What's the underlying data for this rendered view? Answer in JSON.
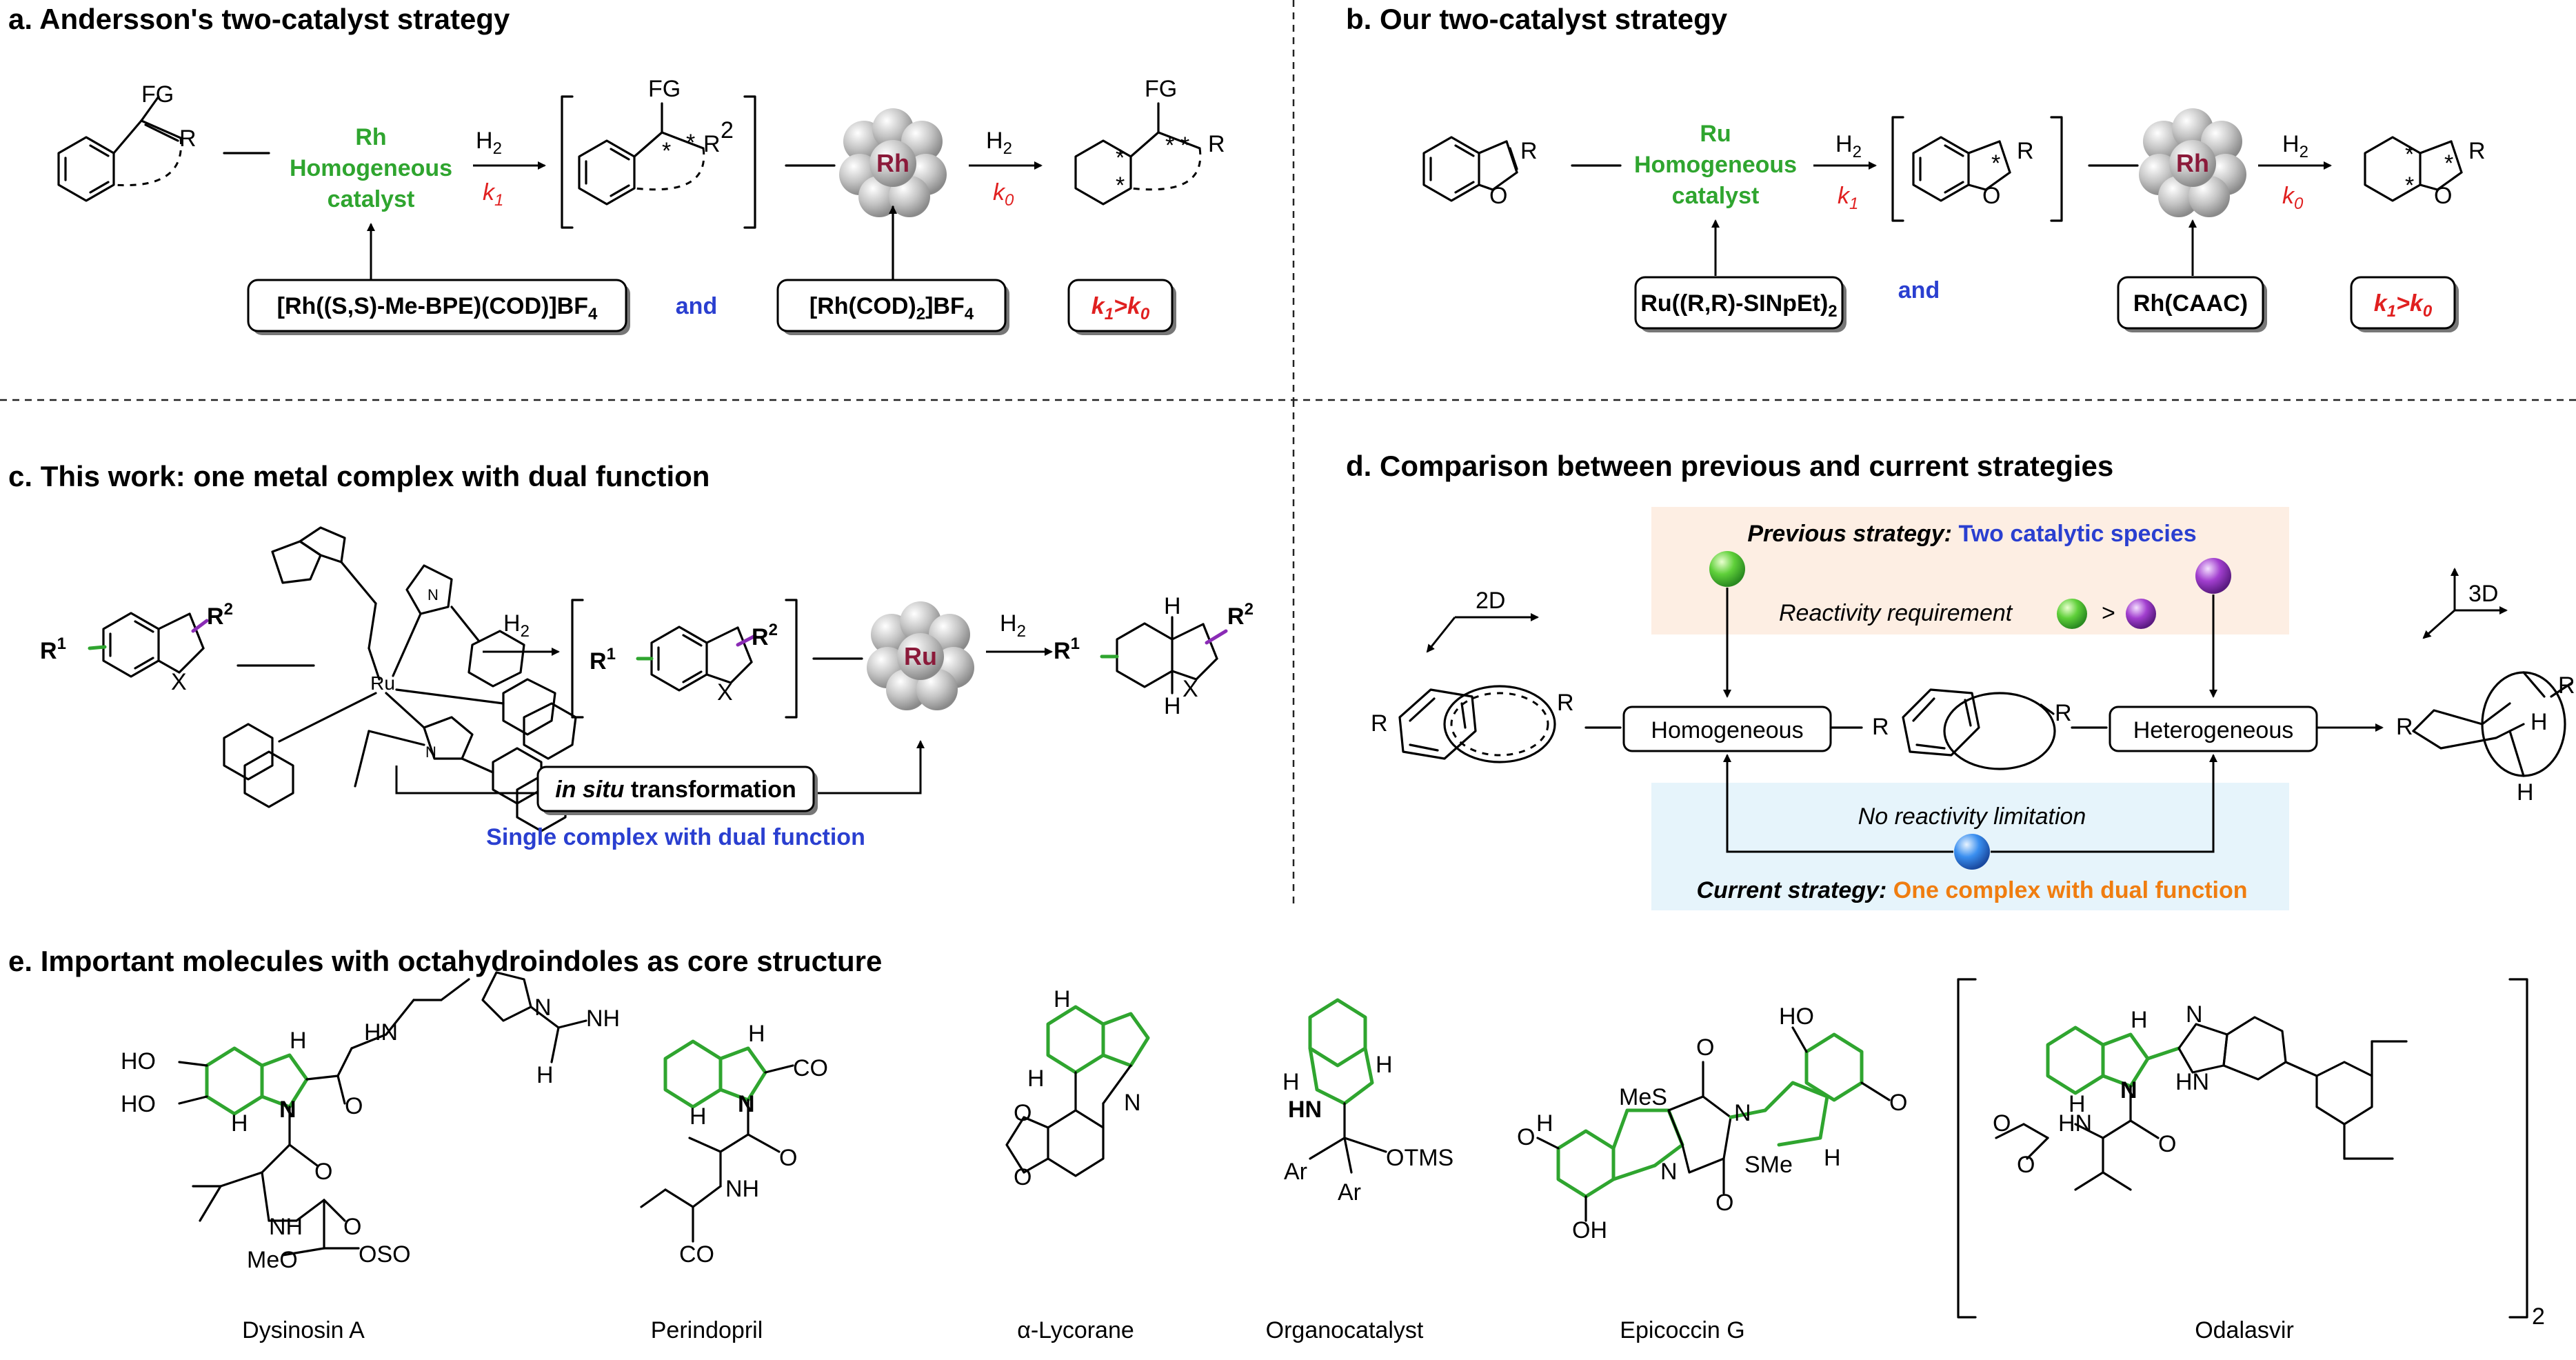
{
  "panel_a": {
    "title": "a. Andersson's two-catalyst strategy",
    "cat_line1": "Rh",
    "cat_line2": "Homogeneous",
    "cat_line3": "catalyst",
    "h2_first": "H",
    "k1": "k",
    "h2_second": "H",
    "k0": "k",
    "cluster_label": "Rh",
    "box1": "[Rh((S,S)-Me-BPE)(COD)]BF",
    "and": "and",
    "box2": "[Rh(COD)",
    "box2_tail": "]BF",
    "box3": "k",
    "fg1": "FG",
    "fg2": "FG",
    "fg3": "FG",
    "r1": "R",
    "r2": "R",
    "r3": "R"
  },
  "panel_b": {
    "title": "b. Our two-catalyst strategy",
    "cat_line1": "Ru",
    "cat_line2": "Homogeneous",
    "cat_line3": "catalyst",
    "h2_first": "H",
    "k1": "k",
    "h2_second": "H",
    "k0": "k",
    "cluster_label": "Rh",
    "box1": "Ru((R,R)-SINpEt)",
    "and": "and",
    "box2": "Rh(CAAC)",
    "box3": "k",
    "o1": "O",
    "o2": "O",
    "o3": "O",
    "r1": "R",
    "r2": "R",
    "r3": "R"
  },
  "panel_c": {
    "title": "c. This work: one metal complex with dual function",
    "r1_label": "R",
    "r2_label": "R",
    "x_label": "X",
    "ru_center": "Ru",
    "h2": "H",
    "cluster_label": "Ru",
    "in_situ_italic": "in situ",
    "in_situ_rest": " transformation",
    "single_complex": "Single complex with dual function",
    "h_top": "H",
    "h_bottom": "H"
  },
  "panel_d": {
    "title": "d. Comparison between previous and current strategies",
    "previous_italic": "Previous strategy:",
    "previous_blue": " Two catalytic species",
    "reactivity": "Reactivity requirement",
    "gt": ">",
    "label_2d": "2D",
    "label_3d": "3D",
    "homogeneous": "Homogeneous",
    "heterogeneous": "Heterogeneous",
    "no_limitation": "No reactivity limitation",
    "current_italic": "Current strategy:",
    "current_orange": " One complex with dual function",
    "r": "R",
    "h": "H"
  },
  "panel_e": {
    "title": "e. Important molecules with octahydroindoles as core structure",
    "molecules": [
      "Dysinosin A",
      "Perindopril",
      "α-Lycorane",
      "Organocatalyst",
      "Epicoccin G",
      "Odalasvir"
    ]
  },
  "colors": {
    "green": "#2fa52f",
    "blue": "#2a3fd0",
    "red": "#e02020",
    "purple": "#8a2bb5",
    "orange": "#f07d10",
    "prev_bg": "#fdeee3",
    "curr_bg": "#e6f4fb"
  }
}
